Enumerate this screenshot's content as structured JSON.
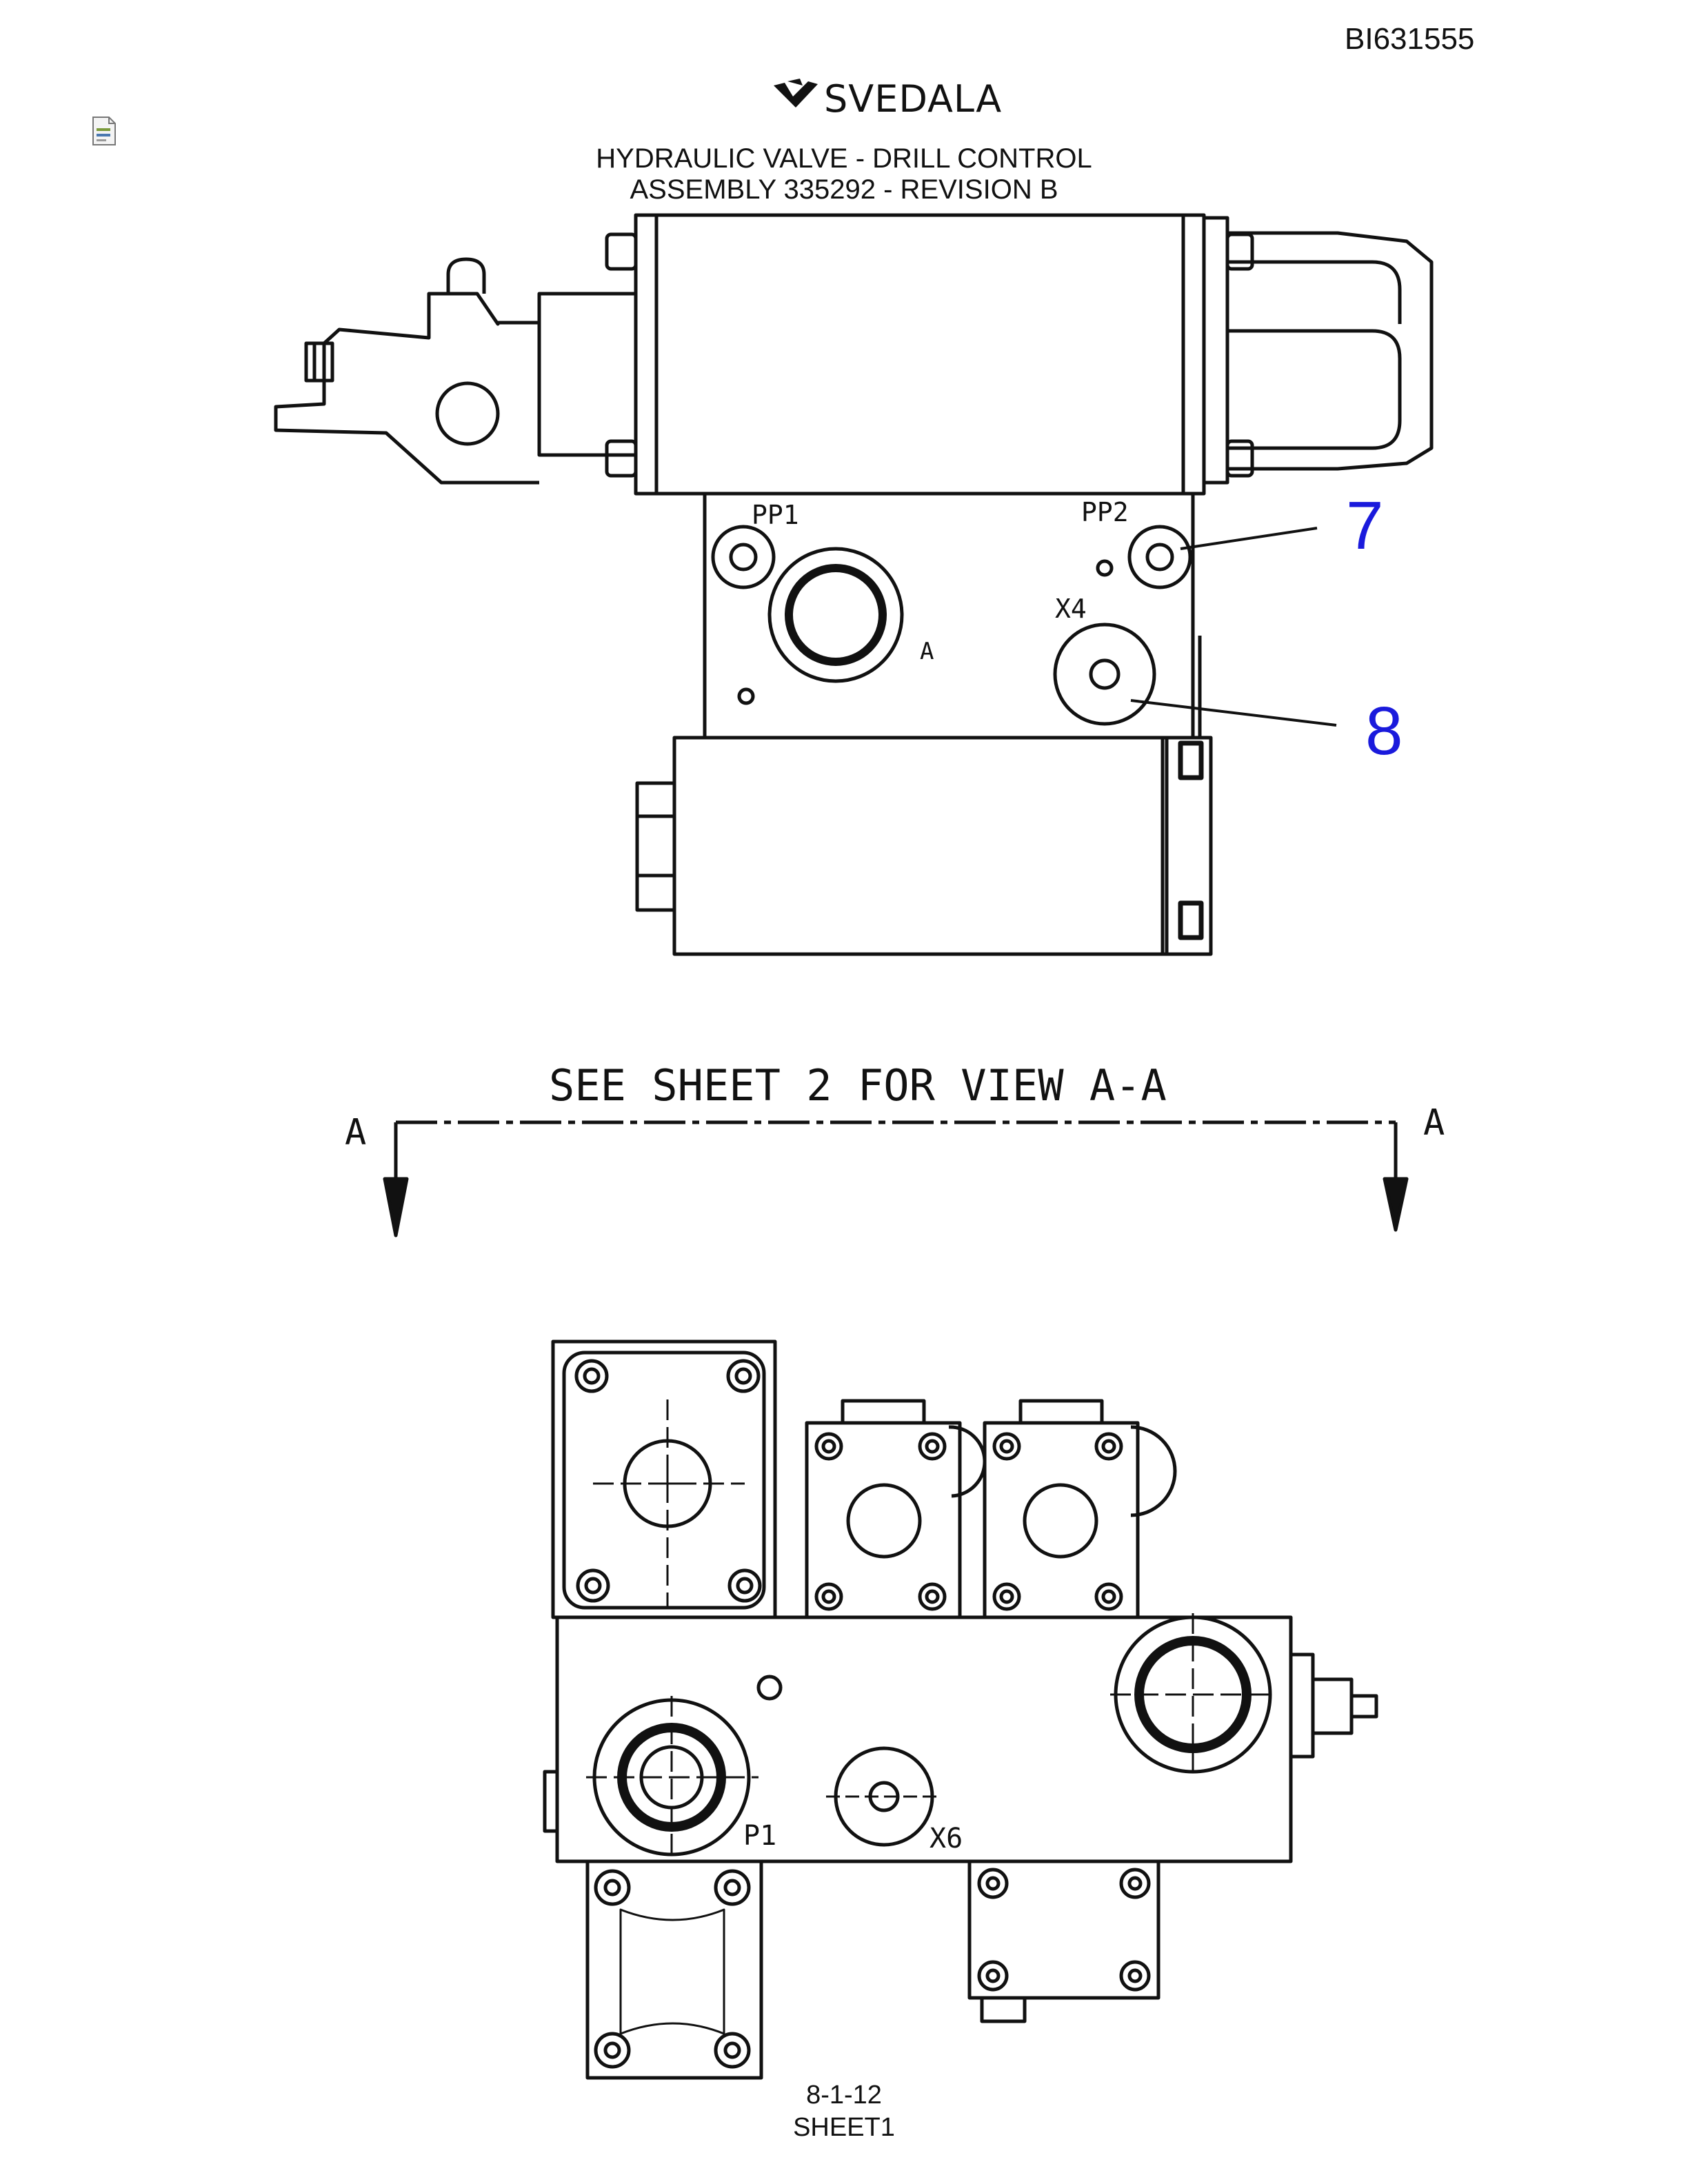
{
  "document": {
    "id": "BI631555",
    "brand": "SVEDALA",
    "title_line1": "HYDRAULIC VALVE - DRILL CONTROL",
    "title_line2": "ASSEMBLY 335292 - REVISION B",
    "page_number": "8-1-12",
    "sheet": "SHEET1"
  },
  "top_view": {
    "port_labels": [
      "PP1",
      "PP2",
      "A",
      "X4"
    ],
    "callouts": [
      "7",
      "8"
    ],
    "callout_color": "#1a1adc"
  },
  "section": {
    "note": "SEE SHEET 2 FOR VIEW A-A",
    "left_marker": "A",
    "right_marker": "A"
  },
  "bottom_view": {
    "port_labels": [
      "P1",
      "X6"
    ]
  },
  "icons": {
    "file": "document-icon"
  }
}
